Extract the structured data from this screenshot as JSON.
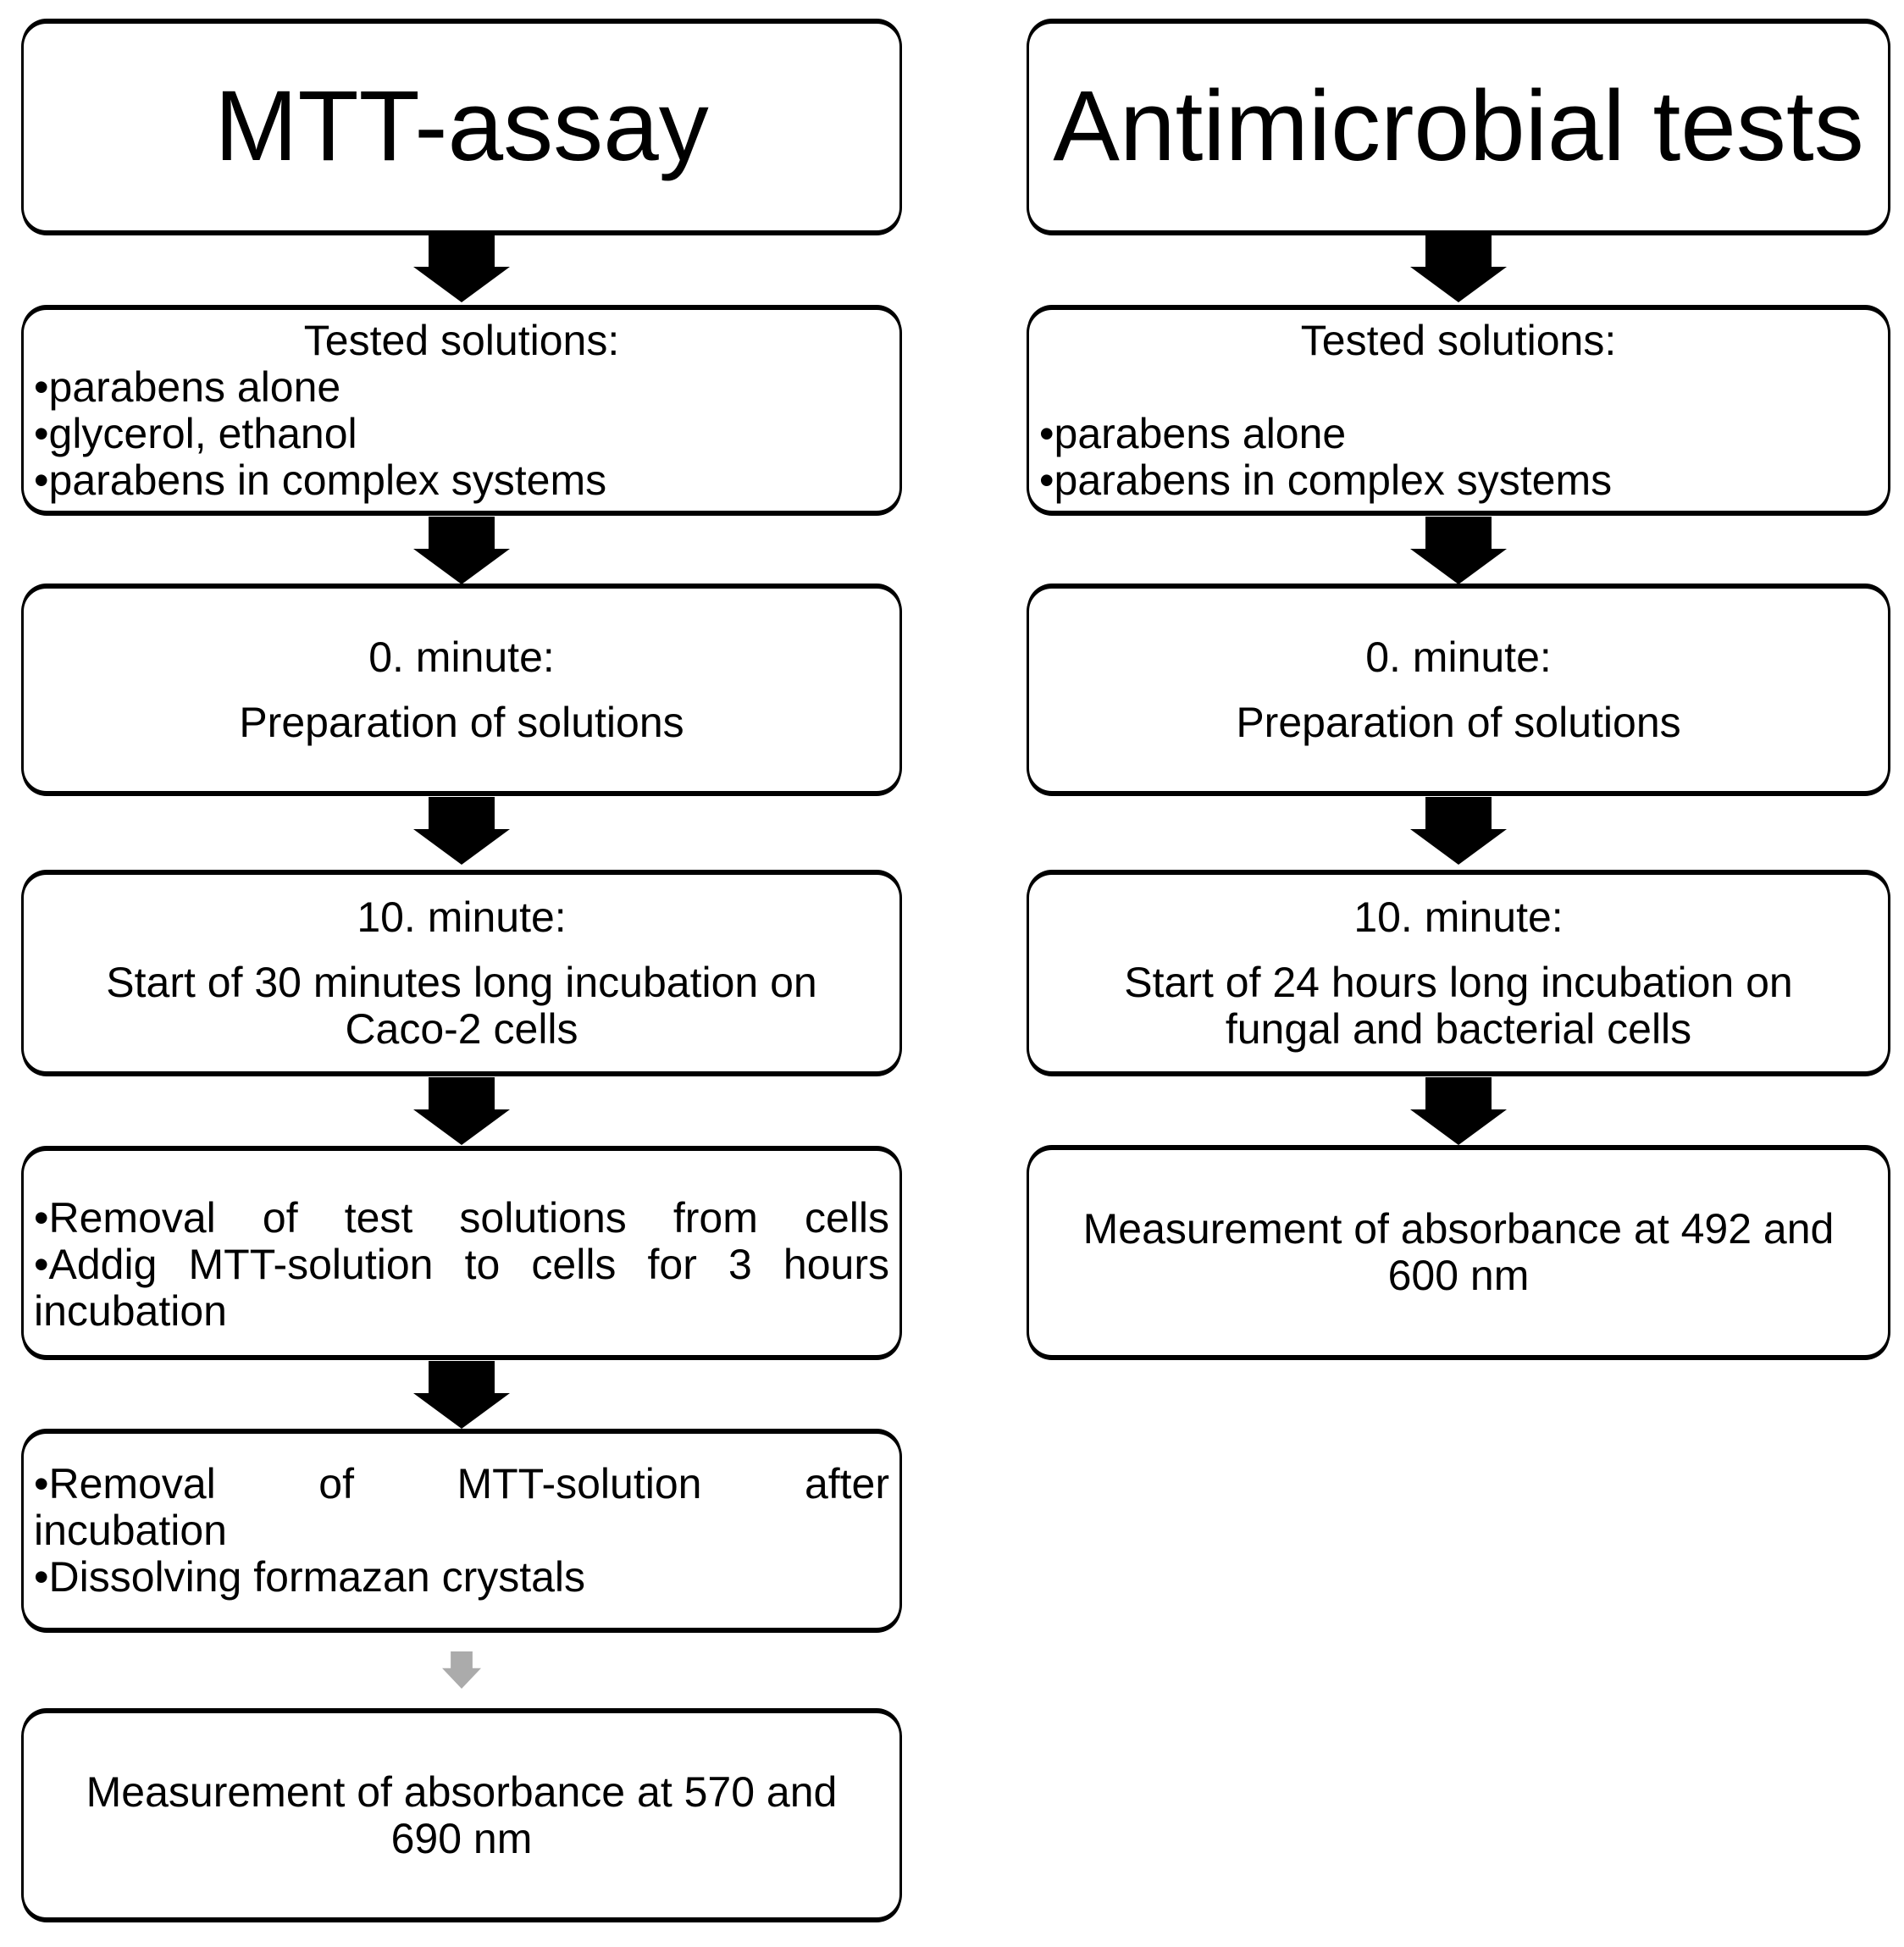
{
  "colors": {
    "background": "#ffffff",
    "text": "#000000",
    "box_border": "#000000",
    "arrow_black": "#000000",
    "arrow_gray": "#ababab"
  },
  "left": {
    "title": "MTT-assay",
    "tested": {
      "heading": "Tested solutions:",
      "bullets": [
        "•parabens alone",
        "•glycerol, ethanol",
        "•parabens in complex systems"
      ]
    },
    "minute0": {
      "heading": "0. minute:",
      "body_lines": [
        "Preparation of solutions"
      ]
    },
    "minute10": {
      "heading": "10. minute:",
      "body_lines": [
        "Start of 30 minutes long incubation on",
        "Caco-2 cells"
      ]
    },
    "removal_add": {
      "lines": [
        "•Removal of test solutions from cells",
        "•Addig MTT-solution to cells for 3 hours",
        "incubation"
      ]
    },
    "removal_dissolve": {
      "lines": [
        "•Removal of MTT-solution after",
        "incubation",
        "•Dissolving formazan crystals"
      ]
    },
    "measurement": {
      "body_lines": [
        "Measurement of absorbance at 570 and",
        "690 nm"
      ]
    }
  },
  "right": {
    "title": "Antimicrobial tests",
    "tested": {
      "heading": "Tested solutions:",
      "bullets": [
        "•parabens alone",
        "•parabens in complex systems"
      ]
    },
    "minute0": {
      "heading": "0. minute:",
      "body_lines": [
        "Preparation of solutions"
      ]
    },
    "minute10": {
      "heading": "10. minute:",
      "body_lines": [
        "Start of 24 hours long incubation on",
        "fungal and bacterial cells"
      ]
    },
    "measurement": {
      "body_lines": [
        "Measurement of absorbance at 492 and",
        "600 nm"
      ]
    }
  }
}
